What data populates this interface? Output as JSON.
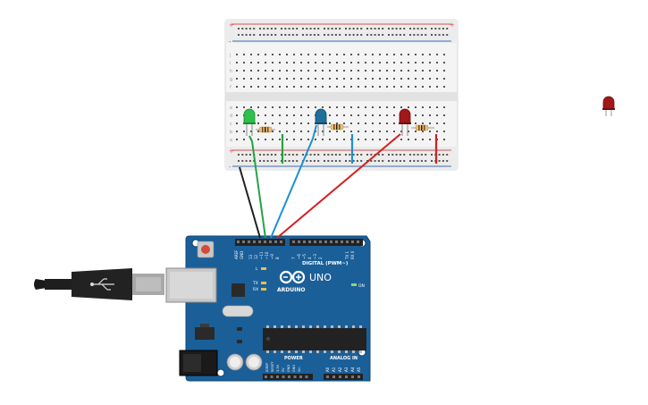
{
  "board": {
    "brand": "ARDUINO",
    "model": "UNO",
    "digital_label": "DIGITAL (PWM~)",
    "power_label": "POWER",
    "analog_label": "ANALOG IN",
    "on_label": "ON",
    "led_l_label": "L",
    "tx_label": "TX",
    "rx_label": "RX",
    "aref_label": "AREF",
    "gnd_label": "GND",
    "pin_labels": [
      "13",
      "12",
      "~11",
      "~10",
      "~9",
      "8",
      "7",
      "~6",
      "~5",
      "4",
      "~3",
      "2",
      "TX 1",
      "RX 0"
    ],
    "power_pins": [
      "IOREF",
      "RESET",
      "3.3V",
      "5V",
      "GND",
      "GND",
      "Vin"
    ],
    "analog_pins": [
      "A0",
      "A1",
      "A2",
      "A3",
      "A4",
      "A5"
    ]
  },
  "breadboard": {
    "plus_sign": "+",
    "minus_sign": "-",
    "row_letters_top": [
      "j",
      "i",
      "h",
      "g",
      "f"
    ],
    "row_letters_bottom": [
      "e",
      "d",
      "c",
      "b",
      "a"
    ]
  },
  "components": {
    "leds": [
      {
        "color_name": "green",
        "color": "#28a745"
      },
      {
        "color_name": "blue",
        "color": "#1f6f9a"
      },
      {
        "color_name": "red",
        "color": "#a01818"
      }
    ],
    "loose_led": {
      "color_name": "red",
      "color": "#a01818"
    }
  },
  "wires": [
    {
      "name": "gnd-wire",
      "color": "#222222"
    },
    {
      "name": "green-wire",
      "color": "#25a244"
    },
    {
      "name": "blue-wire",
      "color": "#1f8fd6"
    },
    {
      "name": "red-wire",
      "color": "#d42020"
    }
  ],
  "colors": {
    "board_blue": "#1b5f99",
    "breadboard_bg": "#f2f2f2",
    "rail_red": "#d9534f",
    "rail_blue": "#3a6fb0"
  }
}
